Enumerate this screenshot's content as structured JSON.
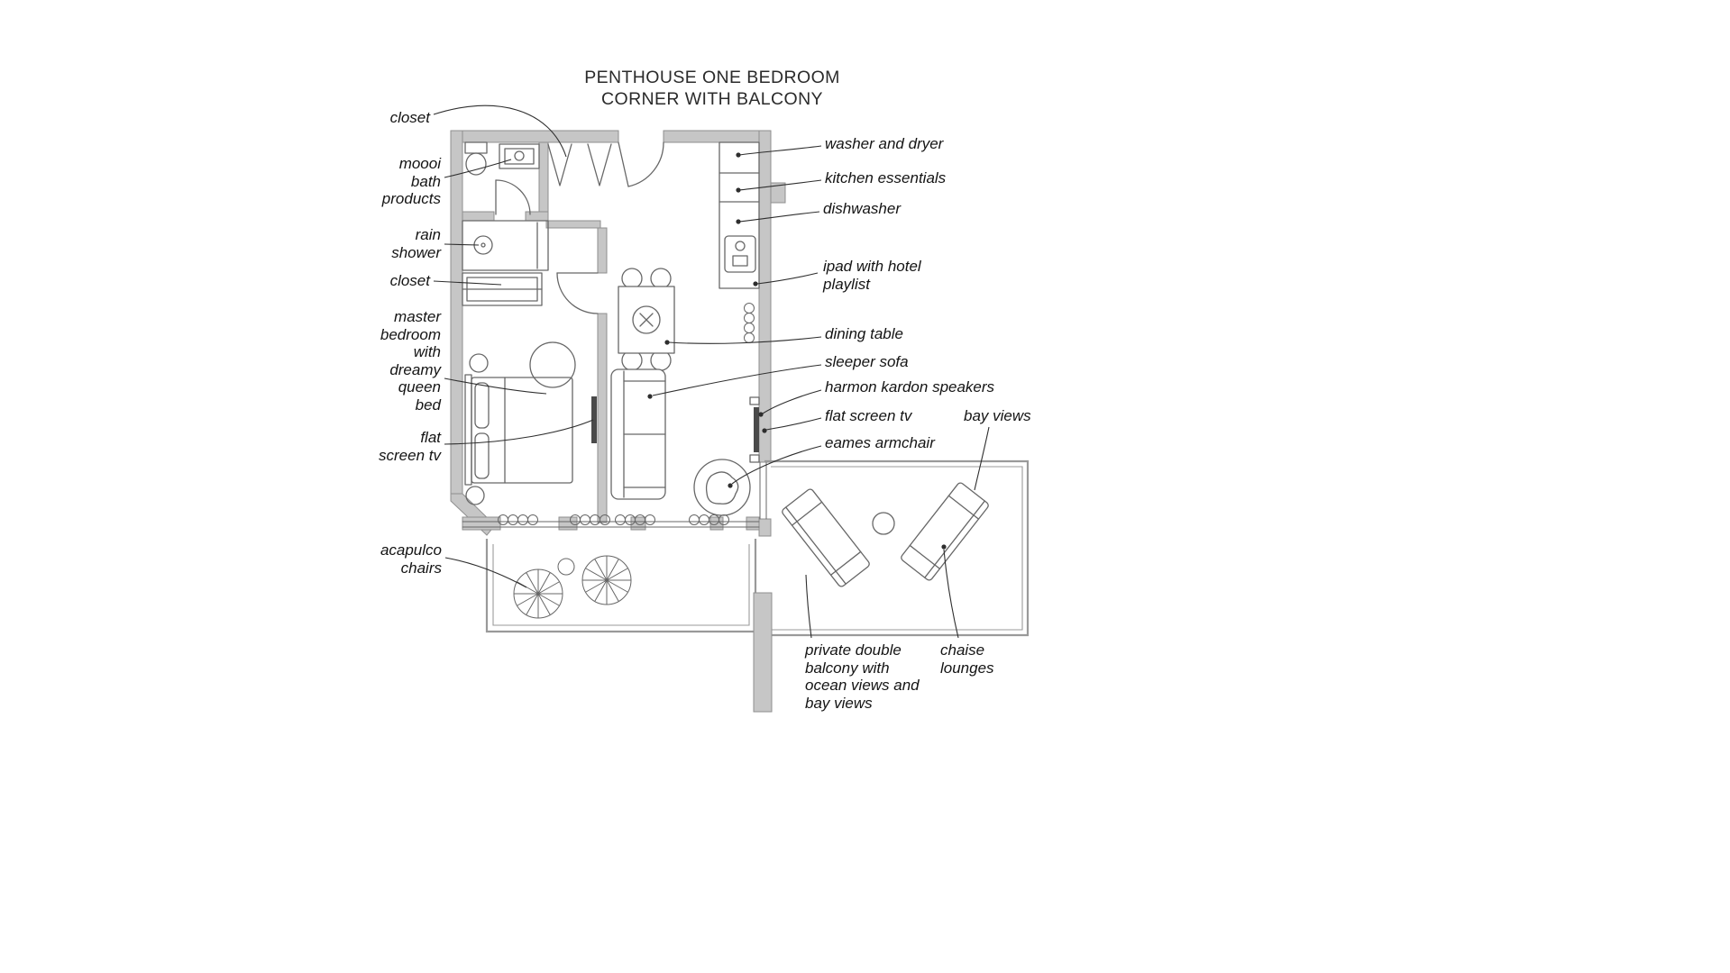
{
  "title": {
    "line1": "PENTHOUSE ONE BEDROOM",
    "line2": "CORNER WITH BALCONY"
  },
  "labels": {
    "closet_top": "closet",
    "moooi_bath_products": "moooi\nbath\nproducts",
    "rain_shower": "rain\nshower",
    "closet_mid": "closet",
    "master_bedroom": "master\nbedroom\nwith\ndreamy\nqueen\nbed",
    "flat_screen_tv_bedroom": "flat\nscreen tv",
    "acapulco_chairs": "acapulco\nchairs",
    "washer_dryer": "washer and dryer",
    "kitchen_essentials": "kitchen essentials",
    "dishwasher": "dishwasher",
    "ipad_hotel_playlist": "ipad with hotel\nplaylist",
    "dining_table": "dining table",
    "sleeper_sofa": "sleeper sofa",
    "harmon_kardon": "harmon kardon speakers",
    "flat_screen_tv_living": "flat screen tv",
    "eames_armchair": "eames armchair",
    "bay_views": "bay views",
    "chaise_lounges": "chaise\nlounges",
    "private_balcony": "private double\nbalcony with\nocean views and\nbay views"
  },
  "colors": {
    "background": "#ffffff",
    "wall": "#c6c6c6",
    "wall_stroke": "#8f8f8f",
    "line": "#676767",
    "leader": "#2e2e2e",
    "rail": "#9a9a9a",
    "dark": "#4a4a4a",
    "text": "#141414"
  }
}
